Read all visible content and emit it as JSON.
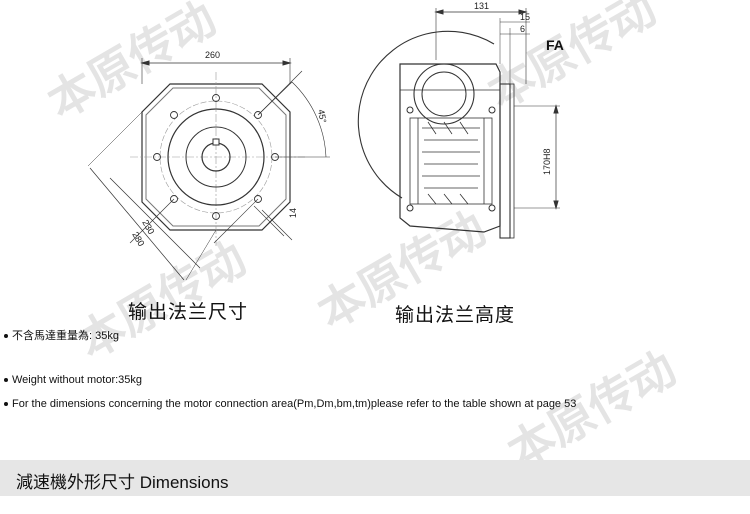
{
  "watermark": {
    "text": "本原传动"
  },
  "left_view": {
    "caption": "输出法兰尺寸",
    "dims": {
      "width": "260",
      "angle": "45°",
      "pcd_inner": "230",
      "pcd_outer": "280",
      "hole": "14"
    }
  },
  "right_view": {
    "caption": "输出法兰高度",
    "label": "FA",
    "dims": {
      "overall": "131",
      "flange_a": "15",
      "flange_b": "6",
      "spigot": "170H8"
    }
  },
  "notes": {
    "weight_cn": "不含馬達重量為: 35kg",
    "weight_en": "Weight without motor:35kg",
    "reference": "For the dimensions concerning the motor connection area(Pm,Dm,bm,tm)please refer to the table shown at page 53"
  },
  "footer": {
    "title": "減速機外形尺寸  Dimensions"
  }
}
